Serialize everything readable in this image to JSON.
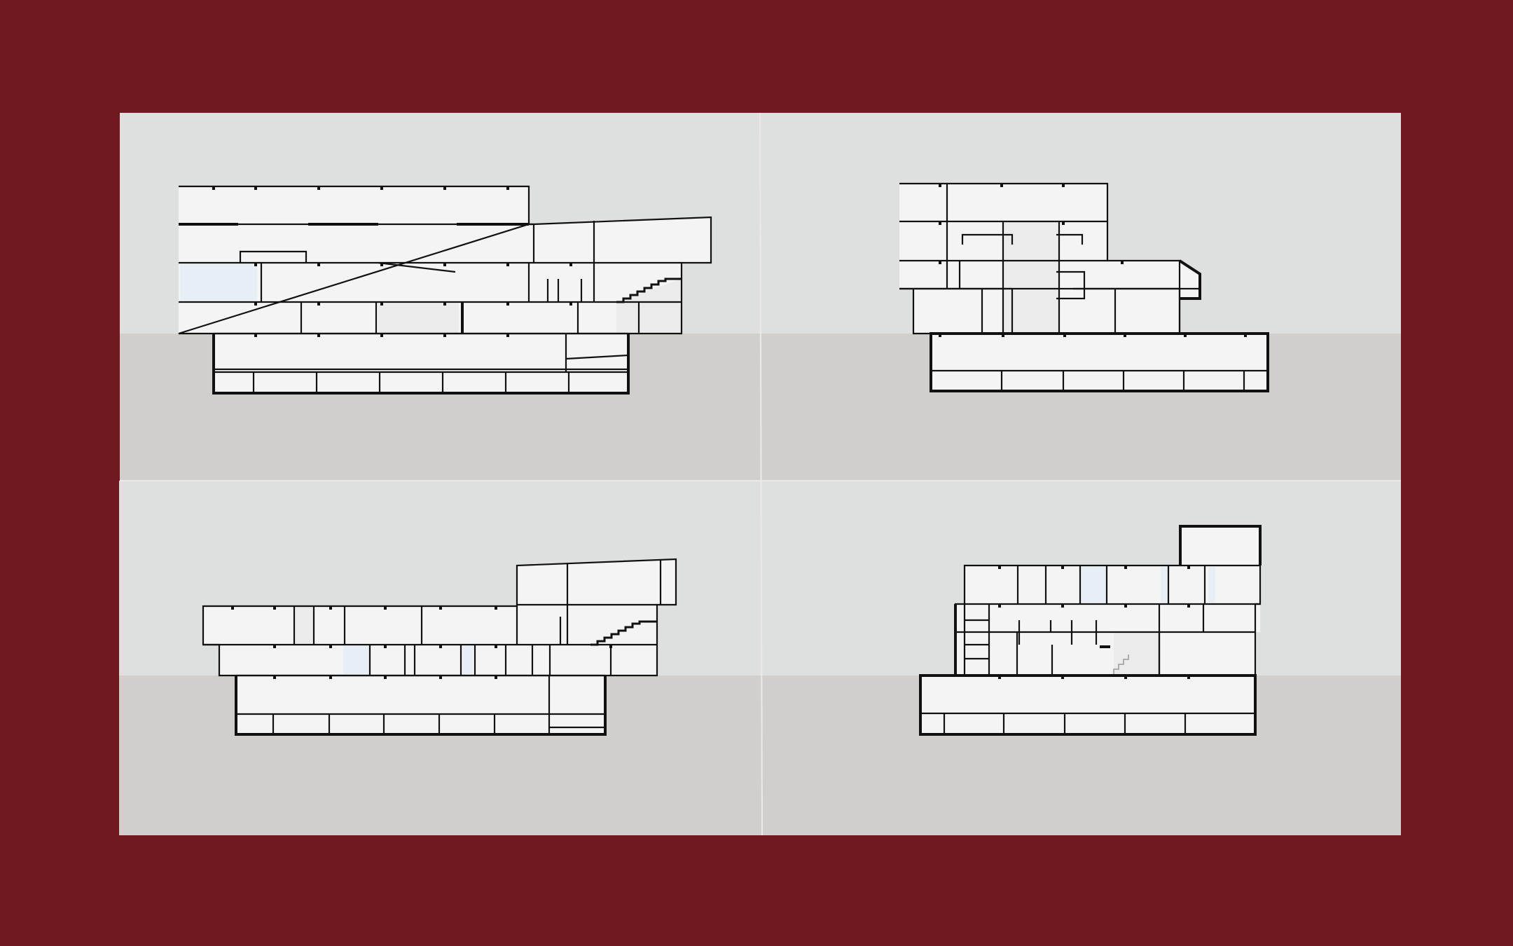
{
  "sheet": {
    "colors": {
      "frame": "#6e1a20",
      "panel_sky": "#dee0e0",
      "panel_ground": "#d0cfcc",
      "panel_divider": "#eceae8",
      "room_fill": "#f4f4f4",
      "room_shade": "#ebebeb",
      "glazing": "#e7eef5",
      "wall": "#111111"
    },
    "sections": [
      {
        "id": "section-1",
        "position": "top-left",
        "floors_above_ground": 4,
        "floors_below_ground": 2,
        "has_stair": true
      },
      {
        "id": "section-2",
        "position": "top-right",
        "floors_above_ground": 4,
        "floors_below_ground": 2,
        "has_stair": false
      },
      {
        "id": "section-3",
        "position": "bottom-left",
        "floors_above_ground": 3,
        "floors_below_ground": 2,
        "has_stair": true
      },
      {
        "id": "section-4",
        "position": "bottom-right",
        "floors_above_ground": 4,
        "floors_below_ground": 2,
        "has_stair": true
      }
    ]
  }
}
